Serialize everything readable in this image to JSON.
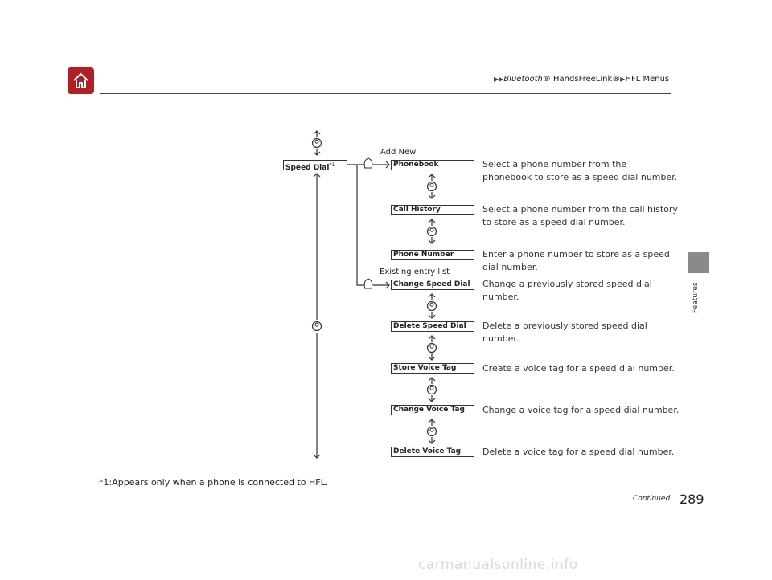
{
  "header": {
    "breadcrumb": {
      "part1": "Bluetooth",
      "part1_mark": "®",
      "part2": " HandsFreeLink",
      "part2_mark": "®",
      "part3": "HFL Menus"
    },
    "home_icon": "home-icon",
    "accent_color": "#b01f24"
  },
  "side_tab": {
    "label": "Features"
  },
  "diagram": {
    "root": {
      "label": "Speed Dial",
      "footnote_ref": "*1"
    },
    "branch_labels": {
      "add_new": "Add New",
      "existing": "Existing entry list"
    },
    "items": [
      {
        "label": "Phonebook",
        "desc1": "Select a phone number from the",
        "desc2": "phonebook to store as a speed dial number."
      },
      {
        "label": "Call History",
        "desc1": "Select a phone number from the call history",
        "desc2": "to store as a speed dial number."
      },
      {
        "label": "Phone Number",
        "desc1": "Enter a phone number to store as a speed",
        "desc2": "dial number."
      },
      {
        "label": "Change Speed Dial",
        "desc1": "Change a previously stored speed dial",
        "desc2": "number."
      },
      {
        "label": "Delete Speed Dial",
        "desc1": "Delete a previously stored speed dial",
        "desc2": "number."
      },
      {
        "label": "Store Voice Tag",
        "desc1": "Create a voice tag for a speed dial number.",
        "desc2": ""
      },
      {
        "label": "Change Voice Tag",
        "desc1": "Change a voice tag for a speed dial number.",
        "desc2": ""
      },
      {
        "label": "Delete Voice Tag",
        "desc1": "Delete a voice tag for a speed dial number.",
        "desc2": ""
      }
    ]
  },
  "footnote": "*1:Appears only when a phone is connected to HFL.",
  "footer": {
    "continued": "Continued",
    "page_number": "289"
  },
  "watermark": "carmanualsonline.info"
}
